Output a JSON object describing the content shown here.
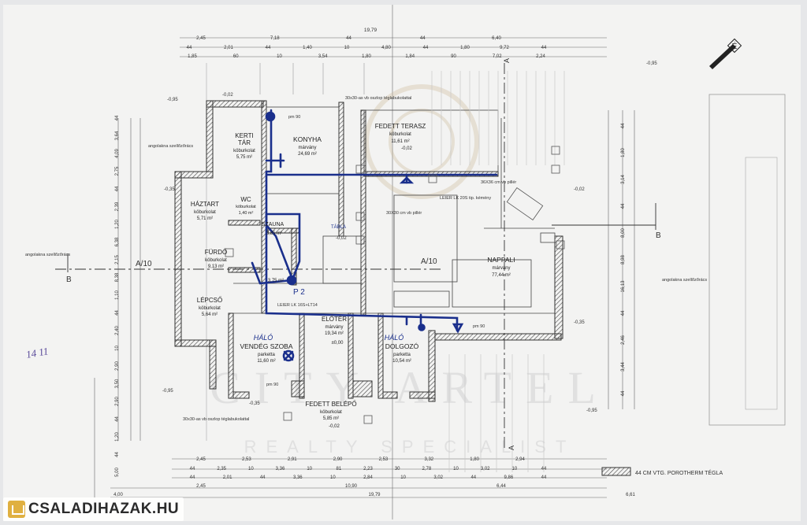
{
  "brand": {
    "site": "CSALADIHAZAK.HU"
  },
  "watermark": {
    "line1": "CITY ARTEL",
    "line2": "REALTY SPECIALIST"
  },
  "rooms": {
    "konyha": {
      "name": "KONYHA",
      "floor": "márvány",
      "area": "24,69 m²"
    },
    "kerti_tar": {
      "name": "KERTI",
      "name2": "TÁR",
      "floor": "köburkolat",
      "area": "5,75 m²"
    },
    "fedett_terasz": {
      "name": "FEDETT TERASZ",
      "floor": "köburkolat",
      "area": "11,61 m²",
      "level": "-0,02"
    },
    "haztart": {
      "name": "HÁZTART",
      "floor": "köburkolat",
      "area": "5,71 m²"
    },
    "wc": {
      "name": "WC",
      "floor": "köburkolat",
      "area": "1,40 m²"
    },
    "szauna": {
      "name": "SZAUNA",
      "area": "3,85 m²"
    },
    "furdo": {
      "name": "FÜRDŐ",
      "floor": "köburkolat",
      "area": "9,13 m²"
    },
    "nappali": {
      "name": "NAPPALI",
      "floor": "márvány",
      "area": "77,44 m²"
    },
    "lepcso": {
      "name": "LÉPCSŐ",
      "floor": "köburkolat",
      "area": "5,64 m²"
    },
    "eloter": {
      "name": "ELŐTÉR",
      "floor": "márvány",
      "area": "19,34 m²",
      "level": "±0,00"
    },
    "vendeg": {
      "name": "VENDÉG SZOBA",
      "floor": "parketta",
      "area": "11,60 m²",
      "note": "HÁLÓ"
    },
    "dolgozo": {
      "name": "DOLGOZÓ",
      "floor": "parketta",
      "area": "10,54 m²",
      "note": "HÁLÓ"
    },
    "fedett_belepo": {
      "name": "FEDETT BELÉPŐ",
      "floor": "köburkolat",
      "area": "5,85 m²",
      "level": "-0,02"
    },
    "kamra": {
      "area": "3,75 m²"
    }
  },
  "labels": {
    "pillar_top": "30x30-as vb oszlop téglabukolattal",
    "pillar_bottom": "30x30-as vb oszlop téglabukolattal",
    "pillar_mid": "30X30 cm vb pillér",
    "pillar_right": "36X36 cm vb pillér",
    "chimney": "LEIER LK 20S tip. kémény",
    "leier_lower": "LEIER LK 16S+LT14",
    "vent_left_top": "angolakna szellőzőrács",
    "vent_left_mid": "angolakna szellőzőrács",
    "vent_right": "angolakna szellőzőrács",
    "legend": "44 CM VTG. POROTHERM TÉGLA",
    "section_a10_left": "A/10",
    "section_a10_mid": "A/10",
    "section_b_left": "B",
    "section_b_right": "B",
    "section_a_top": "A",
    "section_a_bottom": "A",
    "p2": "P 2",
    "pm90": "pm 90",
    "hand_left": "14 11",
    "compass": "É",
    "tabla": "TÁBLA"
  },
  "levels": {
    "l1": "-0,95",
    "l2": "-0,95",
    "l3": "-0,95",
    "l4": "-0,35",
    "l5": "-0,35",
    "l6": "-0,02",
    "l7": "-0,02",
    "l8": "-0,35",
    "l9": "-0,95",
    "l10": "-0,02"
  },
  "dims_top": {
    "total": "19,79",
    "r1": [
      "2,45",
      "7,18",
      "44",
      "44",
      "6,40"
    ],
    "r2": [
      "44",
      "2,01",
      "44",
      "1,40",
      "10",
      "4,80",
      "44",
      "1,80",
      "9,72",
      "44"
    ],
    "r3": [
      "1,85",
      "60",
      "10",
      "3,54",
      "1,80",
      "1,84",
      "90",
      "7,02",
      "2,24"
    ]
  },
  "dims_bottom": {
    "r1": [
      "2,45",
      "2,53",
      "2,91",
      "2,90",
      "2,53",
      "3,32",
      "1,80",
      "2,94"
    ],
    "r2": [
      "44",
      "2,35",
      "10",
      "3,36",
      "10",
      "81",
      "2,23",
      "30",
      "2,78",
      "10",
      "3,02",
      "10",
      "44"
    ],
    "r3": [
      "44",
      "2,01",
      "44",
      "3,36",
      "10",
      "2,84",
      "10",
      "3,02",
      "44",
      "9,86",
      "44"
    ],
    "r4": [
      "2,45",
      "10,90",
      "6,44"
    ],
    "r5": [
      "4,00",
      "19,79",
      "6,61"
    ]
  },
  "dims_left": [
    "44",
    "3,64",
    "4,09",
    "2,75",
    "44",
    "2,39",
    "1,20",
    "6,38",
    "2,15",
    "8,38",
    "1,10",
    "44",
    "2,40",
    "10",
    "2,90",
    "3,50",
    "2,90",
    "44",
    "1,20",
    "44",
    "5,00"
  ],
  "dims_right": [
    "44",
    "1,80",
    "3,14",
    "44",
    "8,00",
    "8,98",
    "16,13",
    "44",
    "2,46",
    "3,44",
    "44"
  ]
}
